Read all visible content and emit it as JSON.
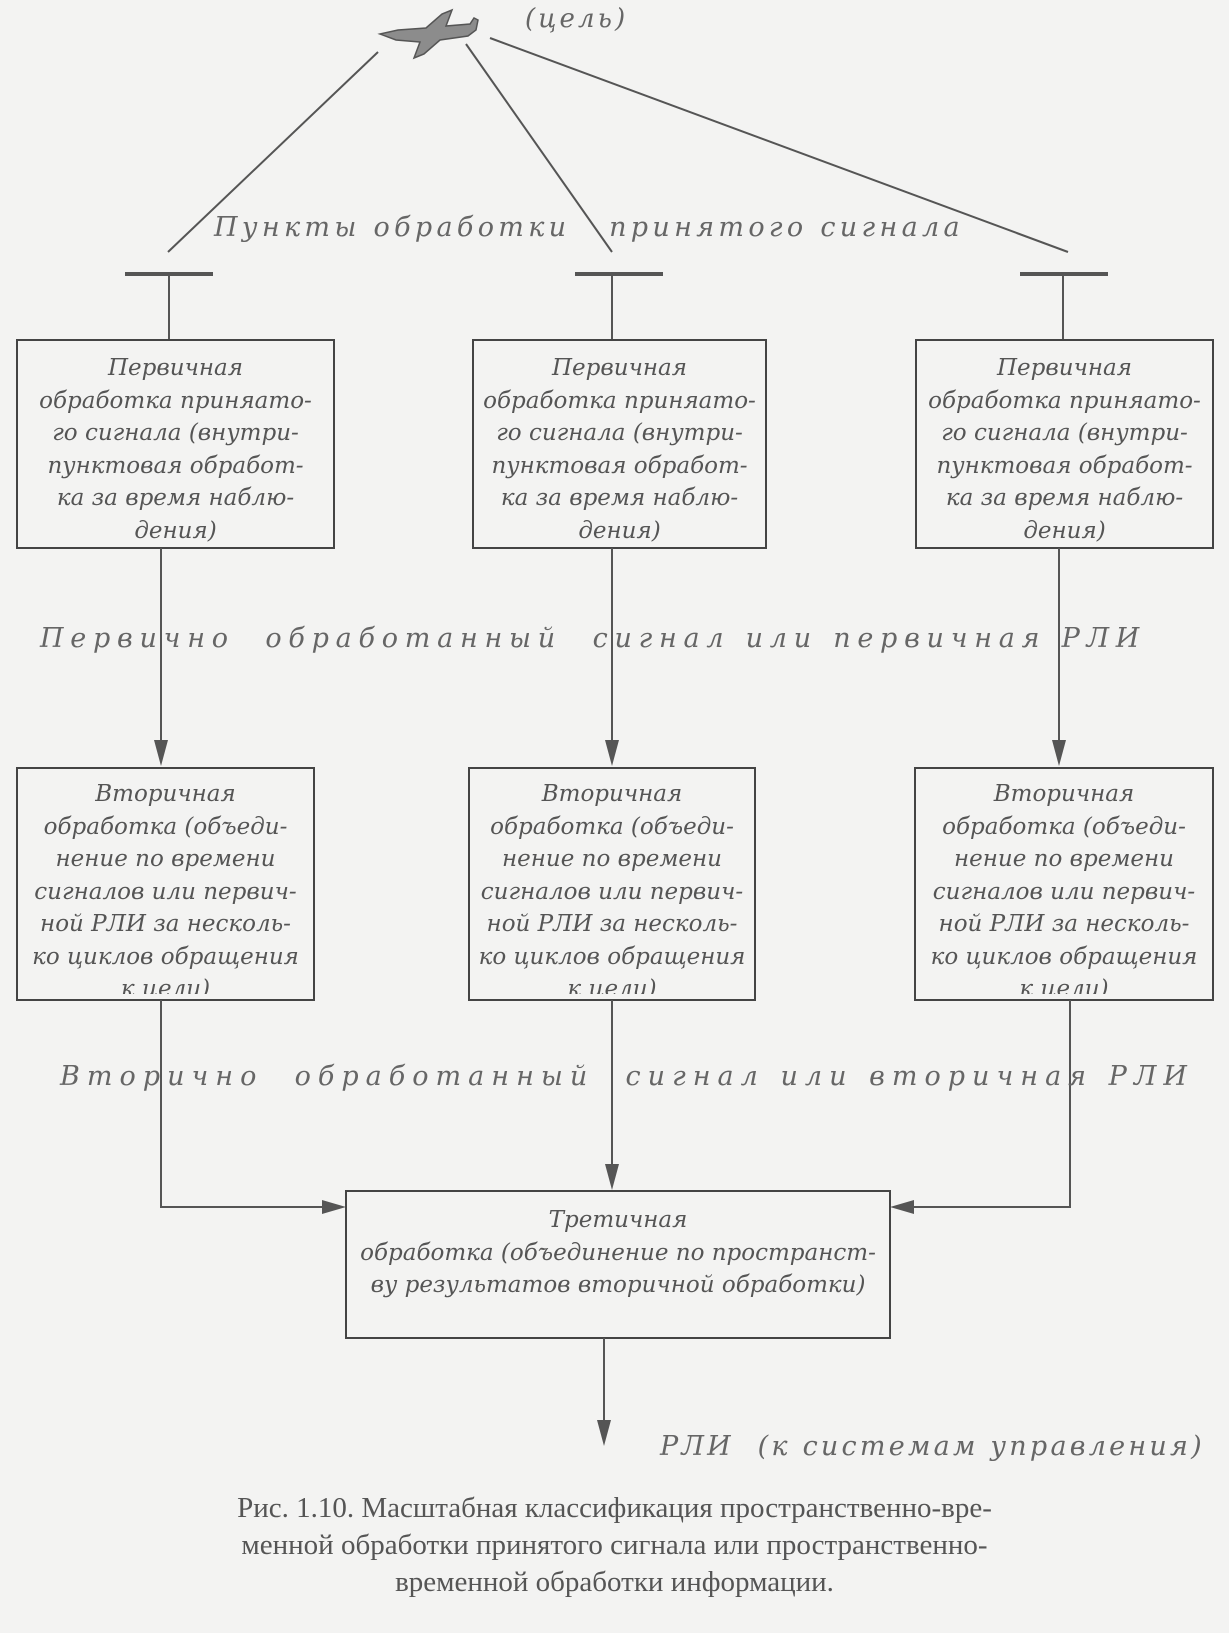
{
  "target_label": "(цель)",
  "stations_label": "Пункты обработки   принятого сигнала",
  "primary_box_lines": [
    "Первичная",
    "обработка приняато-",
    "го сигнала (внутри-",
    "пунктовая обработ-",
    "ка за время наблю-",
    "дения)"
  ],
  "primary_output_label": "Первично  обработанный  сигнал или первичная РЛИ",
  "secondary_box_lines": [
    "Вторичная",
    "обработка (объеди-",
    "нение  по  времени",
    "сигналов или первич-",
    "ной РЛИ за несколь-",
    "ко циклов обращения",
    "к цели)"
  ],
  "secondary_output_label": "Вторично  обработанный  сигнал или вторичная РЛИ",
  "tertiary_box_lines": [
    "Третичная",
    "обработка (объединение по пространст-",
    "ву результатов вторичной обработки)"
  ],
  "output_label": "РЛИ  (к системам управления)",
  "caption_lines": [
    "Рис. 1.10. Масштабная классификация пространственно-вре-",
    "менной обработки принятого сигнала или пространственно-",
    "временной обработки информации."
  ],
  "colors": {
    "background": "#f3f3f2",
    "line": "#555555",
    "text": "#555555"
  },
  "icons": {
    "target": "aircraft-icon"
  }
}
